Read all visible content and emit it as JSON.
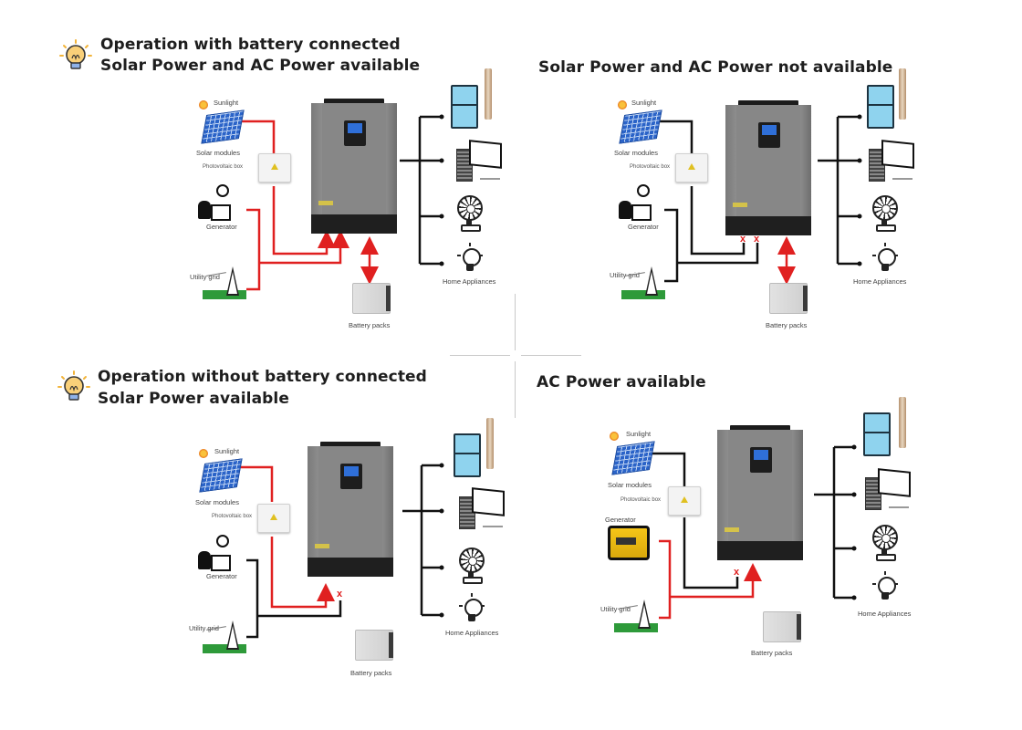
{
  "quadrants": [
    {
      "id": "q1",
      "title_line1": "Operation with battery connected",
      "title_line2": "Solar Power and AC Power available",
      "has_bulb_icon": true,
      "labels": {
        "sunlight": "Sunlight",
        "solar_modules": "Solar modules",
        "pv_box": "Photovoltaic box",
        "generator": "Generator",
        "utility_grid": "Utility grid",
        "battery_packs": "Battery packs",
        "home_appliances": "Home Appliances"
      },
      "flows": {
        "solar": "active",
        "ac": "active",
        "battery": "bidirectional-active"
      }
    },
    {
      "id": "q2",
      "title_line1": "Solar Power and AC Power not available",
      "title_line2": "",
      "has_bulb_icon": false,
      "labels": {
        "sunlight": "Sunlight",
        "solar_modules": "Solar modules",
        "pv_box": "Photovoltaic box",
        "generator": "Generator",
        "utility_grid": "Utility grid",
        "battery_packs": "Battery packs",
        "home_appliances": "Home Appliances"
      },
      "flows": {
        "solar": "blocked",
        "ac": "blocked",
        "battery": "bidirectional-active"
      }
    },
    {
      "id": "q3",
      "title_line1": "Operation without battery connected",
      "title_line2": "Solar Power available",
      "has_bulb_icon": true,
      "labels": {
        "sunlight": "Sunlight",
        "solar_modules": "Solar modules",
        "pv_box": "Photovoltaic box",
        "generator": "Generator",
        "utility_grid": "Utility grid",
        "battery_packs": "Battery packs",
        "home_appliances": "Home Appliances"
      },
      "flows": {
        "solar": "active",
        "ac": "blocked",
        "battery": "disconnected"
      }
    },
    {
      "id": "q4",
      "title_line1": "AC Power available",
      "title_line2": "",
      "has_bulb_icon": false,
      "labels": {
        "sunlight": "Sunlight",
        "solar_modules": "Solar modules",
        "pv_box": "Photovoltaic box",
        "generator": "Generator",
        "utility_grid": "Utility grid",
        "battery_packs": "Battery packs",
        "home_appliances": "Home Appliances"
      },
      "flows": {
        "solar": "blocked",
        "ac": "active",
        "battery": "disconnected"
      }
    }
  ],
  "blocked_marker": "x",
  "colors": {
    "active_flow": "#e02020",
    "inactive_wire": "#111111",
    "divider": "#c9c9c9"
  },
  "icons": {
    "header": "lightbulb-idea-icon",
    "sun": "sun-icon",
    "solar_panel": "solar-panel-icon",
    "pv_box": "junction-box-icon",
    "generator": "generator-icon",
    "utility_grid": "power-tower-icon",
    "inverter": "hybrid-inverter-icon",
    "battery": "battery-pack-icon",
    "fridge": "refrigerator-icon",
    "pump": "water-pump-icon",
    "computer": "computer-icon",
    "fan": "fan-icon",
    "bulb": "light-bulb-icon"
  }
}
